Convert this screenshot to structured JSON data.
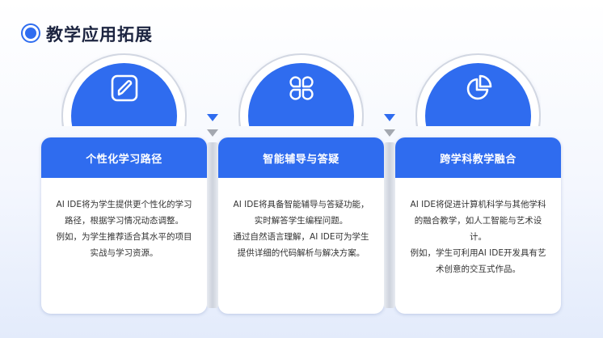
{
  "page": {
    "title": "教学应用拓展"
  },
  "cards": [
    {
      "icon": "edit-leaf-icon",
      "heading": "个性化学习路径",
      "lines": [
        "AI IDE将为学生提供更个性化的学习",
        "路径，根据学习情况动态调整。",
        "例如，为学生推荐适合其水平的项目",
        "实战与学习资源。"
      ]
    },
    {
      "icon": "four-petal-grid-icon",
      "heading": "智能辅导与答疑",
      "lines": [
        "AI IDE将具备智能辅导与答疑功能，",
        "实时解答学生编程问题。",
        "通过自然语言理解，AI IDE可为学生",
        "提供详细的代码解析与解决方案。"
      ]
    },
    {
      "icon": "pie-chart-icon",
      "heading": "跨学科教学融合",
      "lines": [
        "AI IDE将促进计算机科学与其他学科",
        "的融合教学，如人工智能与艺术设计。",
        "例如，学生可利用AI IDE开发具有艺",
        "术创意的交互式作品。"
      ]
    }
  ],
  "colors": {
    "accent": "#2f6cef",
    "connector": "#a4a8b0"
  }
}
